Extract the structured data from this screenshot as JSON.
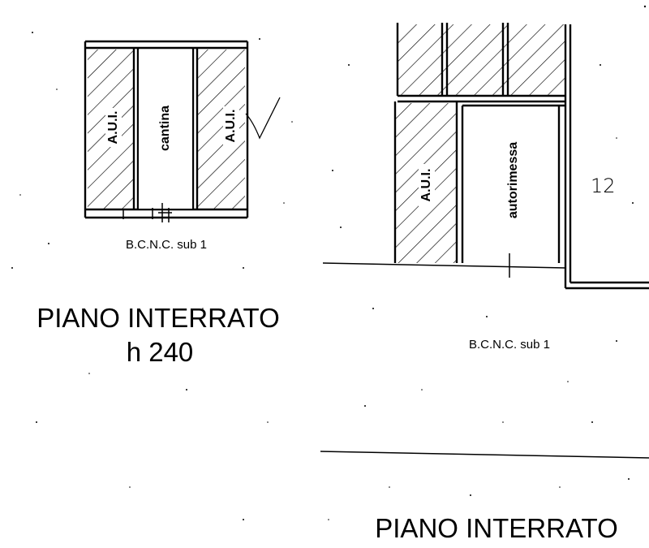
{
  "left_plan": {
    "labels": {
      "aui_left": "A.U.I.",
      "cantina": "cantina",
      "aui_right": "A.U.I.",
      "bcnc": "B.C.N.C. sub 1"
    },
    "title": "PIANO INTERRATO",
    "height_note": "h 240"
  },
  "right_plan": {
    "labels": {
      "aui": "A.U.I.",
      "autorimessa": "autorimessa",
      "bcnc": "B.C.N.C. sub 1",
      "handwritten": "12"
    },
    "title": "PIANO INTERRATO"
  }
}
